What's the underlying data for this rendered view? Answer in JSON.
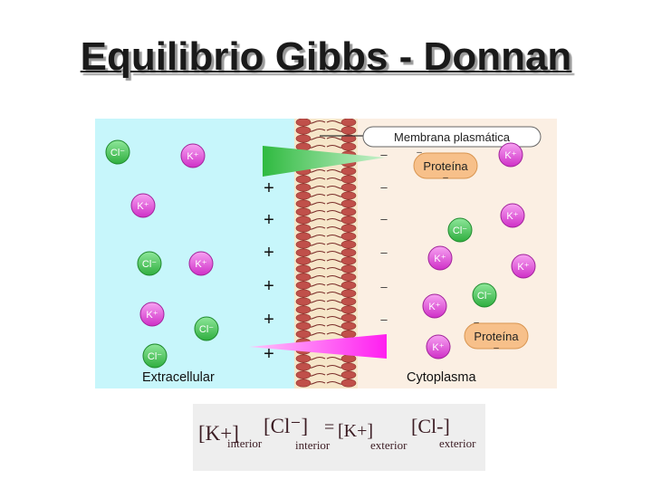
{
  "title": "Equilibrio Gibbs - Donnan",
  "diagram": {
    "membrane_label": "Membrana plasmática",
    "extracellular_label": "Extracellular",
    "cytoplasm_label": "Cytoplasma",
    "plus_sign": "+",
    "minus_sign": "–",
    "ions": [
      {
        "label": "Cl⁻",
        "color": "#39c449"
      },
      {
        "label": "K⁺",
        "color": "#e043d8"
      },
      {
        "label": "K⁺",
        "color": "#e043d8"
      },
      {
        "label": "Cl⁻",
        "color": "#39c449"
      },
      {
        "label": "K⁺",
        "color": "#e043d8"
      },
      {
        "label": "K⁺",
        "color": "#e043d8"
      },
      {
        "label": "Cl⁻",
        "color": "#39c449"
      },
      {
        "label": "Cl⁻",
        "color": "#39c449"
      },
      {
        "label": "K⁺",
        "color": "#e043d8"
      },
      {
        "label": "K⁺",
        "color": "#e043d8"
      },
      {
        "label": "Cl⁻",
        "color": "#39c449"
      },
      {
        "label": "K⁺",
        "color": "#e043d8"
      },
      {
        "label": "K⁺",
        "color": "#e043d8"
      },
      {
        "label": "Cl⁻",
        "color": "#39c449"
      },
      {
        "label": "K⁺",
        "color": "#e043d8"
      },
      {
        "label": "K⁺",
        "color": "#e043d8"
      }
    ],
    "proteins": [
      {
        "label": "Proteína"
      },
      {
        "label": "Proteína"
      }
    ],
    "colors": {
      "extracellular_bg": "#c7f6fb",
      "cytoplasm_bg": "#fbefe3",
      "membrane_head": "#c0504a",
      "protein_fill": "#f7c08a",
      "cl_wedge": "#3cc44e",
      "k_wedge": "#ff2cf0"
    }
  },
  "equation": {
    "k": "[K+]",
    "k_sub": "interior",
    "cl": "[Cl⁻]",
    "cl_sub": "interior",
    "equals": "=",
    "k2": "[K+]",
    "k2_sub": "exterior",
    "cl2": "[Cl-]",
    "cl2_sub": "exterior"
  }
}
